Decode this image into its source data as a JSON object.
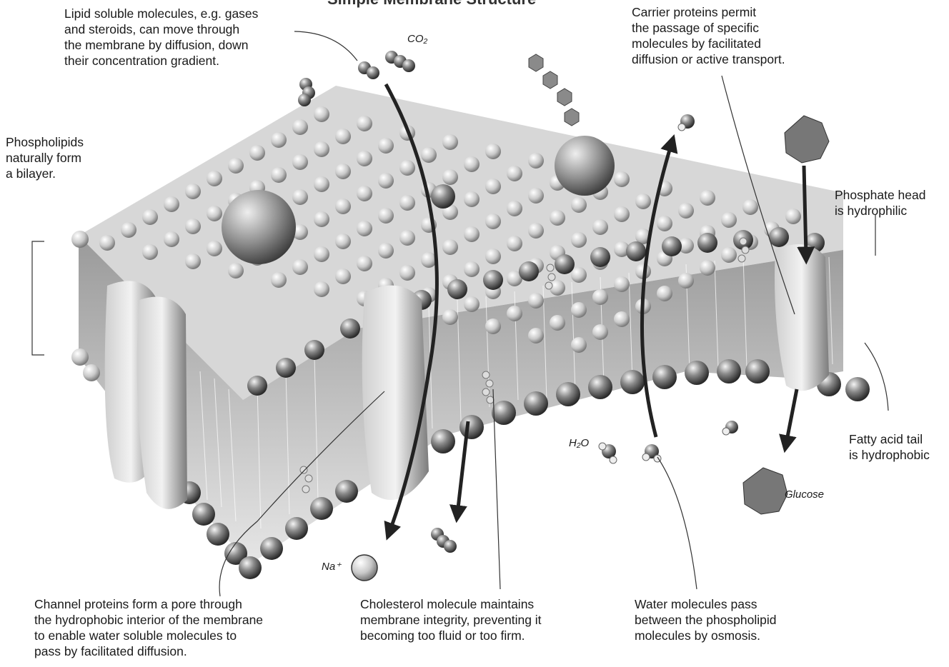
{
  "title": "Simple Membrane Structure",
  "labels": {
    "lipid_soluble": "Lipid soluble molecules, e.g. gases\nand  steroids, can move through\nthe membrane by diffusion, down\ntheir concentration gradient.",
    "carrier_proteins": "Carrier proteins permit\nthe passage of specific\nmolecules by facilitated\ndiffusion or active transport.",
    "phospholipids": "Phospholipids\nnaturally form\na bilayer.",
    "phosphate_head": "Phosphate head\nis hydrophilic",
    "fatty_acid_tail": "Fatty acid tail\nis hydrophobic",
    "channel_proteins": "Channel proteins form a pore through\nthe hydrophobic interior of the membrane\nto enable water soluble molecules to\npass by facilitated diffusion.",
    "cholesterol": "Cholesterol molecule maintains\nmembrane integrity, preventing it\nbecoming too fluid or too firm.",
    "water": "Water molecules pass\nbetween the phospholipid\nmolecules by osmosis."
  },
  "molecules": {
    "co2": "CO₂",
    "h2o": "H₂O",
    "na": "Na⁺",
    "glucose": "Glucose"
  }
}
